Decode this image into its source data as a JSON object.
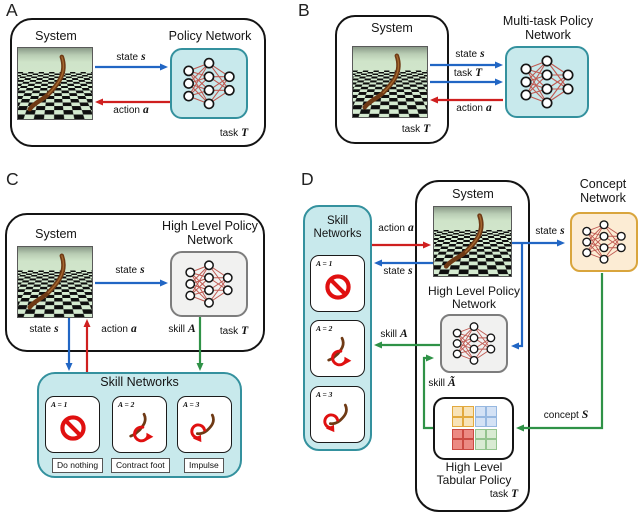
{
  "colors": {
    "arrow_blue": "#2166c4",
    "arrow_red": "#cf1f1f",
    "arrow_green": "#2f9247",
    "box_cyan": "#c8e9ec",
    "box_cyan_border": "#34919e",
    "box_gray": "#f1f1f0",
    "box_gray_border": "#7d7d7d",
    "box_orange": "#fcecd4",
    "box_orange_border": "#d9a53c",
    "nn_edge": "#c05a52",
    "worm_brown": "#6f3a15",
    "no_symbol_red": "#e01010",
    "outline": "#141414"
  },
  "icons": {
    "network_layers": [
      3,
      4,
      2
    ]
  },
  "panels": {
    "A": {
      "label": "A",
      "system_title": "System",
      "network_title": "Policy Network",
      "state": {
        "text": "state",
        "var": "s"
      },
      "action": {
        "text": "action",
        "var": "a"
      },
      "task": {
        "text": "task",
        "var": "T"
      }
    },
    "B": {
      "label": "B",
      "system_title": "System",
      "network_title_line1": "Multi-task Policy",
      "network_title_line2": "Network",
      "state": {
        "text": "state",
        "var": "s"
      },
      "task_arrow": {
        "text": "task",
        "var": "T"
      },
      "action": {
        "text": "action",
        "var": "a"
      },
      "task_inner": {
        "text": "task",
        "var": "T"
      }
    },
    "C": {
      "label": "C",
      "system_title": "System",
      "network_title_line1": "High Level Policy",
      "network_title_line2": "Network",
      "state_mid": {
        "text": "state",
        "var": "s"
      },
      "state_out": {
        "text": "state",
        "var": "s"
      },
      "action_in": {
        "text": "action",
        "var": "a"
      },
      "skill_out": {
        "text": "skill",
        "var": "A"
      },
      "task": {
        "text": "task",
        "var": "T"
      },
      "skills": {
        "title": "Skill Networks",
        "cards": [
          {
            "label": "A = 1",
            "caption": "Do nothing",
            "icon": "no-symbol-icon"
          },
          {
            "label": "A = 2",
            "caption": "Contract foot",
            "icon": "contract-foot-icon"
          },
          {
            "label": "A = 3",
            "caption": "Impulse",
            "icon": "impulse-icon"
          }
        ]
      }
    },
    "D": {
      "label": "D",
      "skills": {
        "title_line1": "Skill",
        "title_line2": "Networks",
        "cards": [
          {
            "label": "A = 1",
            "icon": "no-symbol-icon"
          },
          {
            "label": "A = 2",
            "icon": "contract-foot-icon"
          },
          {
            "label": "A = 3",
            "icon": "impulse-icon"
          }
        ]
      },
      "system_title": "System",
      "hlp_title_line1": "High Level Policy",
      "hlp_title_line2": "Network",
      "tabular_title_line1": "High Level",
      "tabular_title_line2": "Tabular Policy",
      "concept_title_line1": "Concept",
      "concept_title_line2": "Network",
      "action": {
        "text": "action",
        "var": "a"
      },
      "state_left": {
        "text": "state",
        "var": "s"
      },
      "state_right": {
        "text": "state",
        "var": "s"
      },
      "skill": {
        "text": "skill",
        "var": "A"
      },
      "skill_tilde": {
        "text": "skill",
        "var": "Ã"
      },
      "concept": {
        "text": "concept",
        "var": "S"
      },
      "task": {
        "text": "task",
        "var": "T"
      },
      "tabular_grid": {
        "quadrants": [
          {
            "name": "top-left",
            "fill": "#f8e3b8",
            "border": "#e2a93e"
          },
          {
            "name": "top-right",
            "fill": "#d4e2f5",
            "border": "#97b8e0"
          },
          {
            "name": "bottom-left",
            "fill": "#ec8a83",
            "border": "#cb4a42"
          },
          {
            "name": "bottom-right",
            "fill": "#d9ebd3",
            "border": "#94c48f"
          }
        ]
      }
    }
  }
}
